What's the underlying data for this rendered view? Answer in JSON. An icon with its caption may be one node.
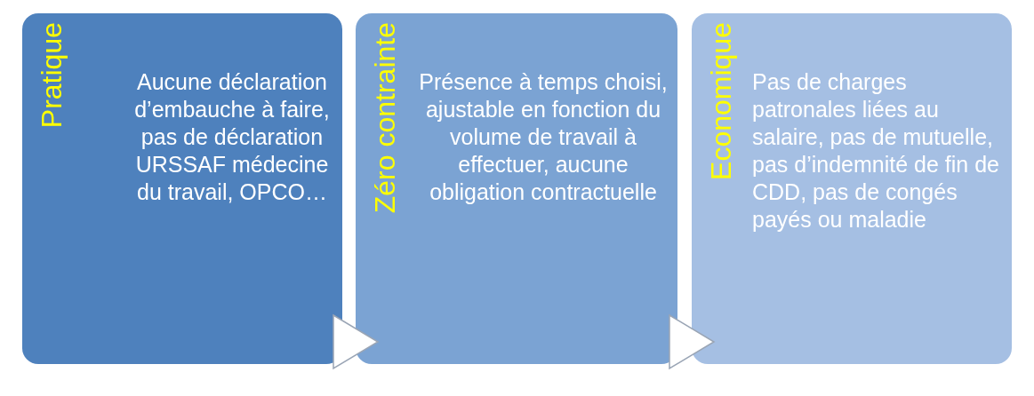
{
  "diagram": {
    "nodes": [
      {
        "text": [
          "Pratique",
          "Aucune déclaration d’embauche à faire, pas de déclaration URSSAF médecine du travail, OPCO…"
        ]
      },
      {
        "text": [
          "Zéro contrainte",
          "Présence à temps choisi, ajustable en fonction du volume de travail à effectuer, aucune obligation contractuelle"
        ]
      },
      {
        "text": [
          "Economique",
          "Pas de charges patronales liées au salaire, pas de mutuelle, pas d’indemnité de fin de CDD, pas de congés payés ou maladie"
        ]
      }
    ],
    "edges": [
      {
        "from": 0,
        "to": 1,
        "arrow": "to"
      },
      {
        "from": 1,
        "to": 2,
        "arrow": "to"
      }
    ]
  }
}
